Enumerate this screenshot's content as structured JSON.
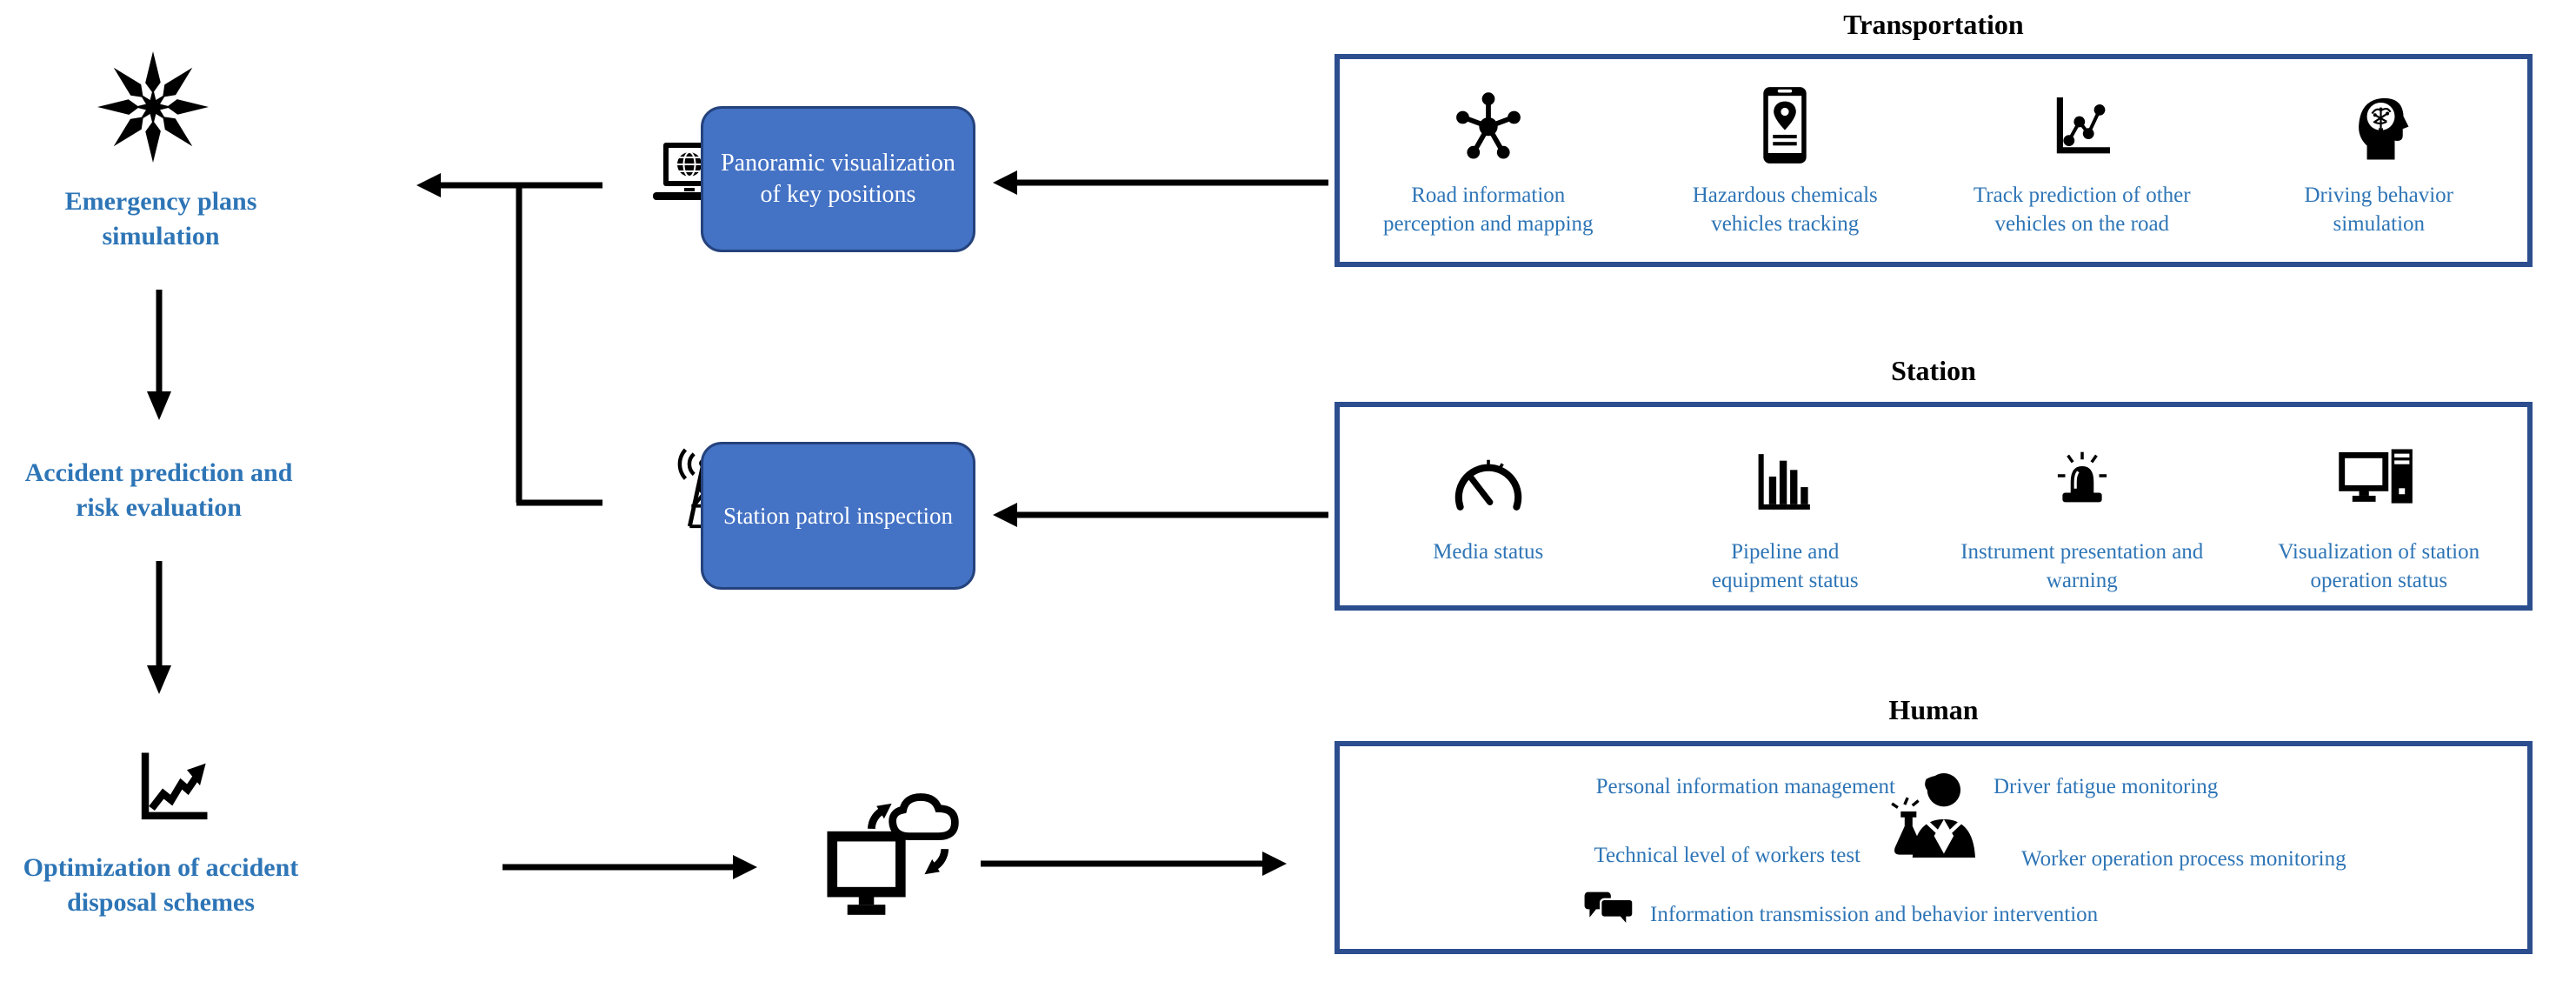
{
  "diagram": {
    "left_flow": {
      "step1_icon": "explosion-icon",
      "step1": "Emergency plans simulation",
      "step2": "Accident prediction and risk evaluation",
      "step3_icon": "line-chart-icon",
      "step3": "Optimization of accident disposal schemes"
    },
    "process": {
      "panoramic_icon": "laptop-globe-icon",
      "panoramic_button": "Panoramic visualization of key positions",
      "station_icon": "radio-tower-icon",
      "station_button": "Station patrol inspection",
      "cloud_icon": "cloud-sync-monitor-icon"
    },
    "transportation": {
      "title": "Transportation",
      "items": [
        {
          "icon": "network-icon",
          "label": "Road information perception and mapping"
        },
        {
          "icon": "phone-location-icon",
          "label": "Hazardous chemicals vehicles tracking"
        },
        {
          "icon": "track-chart-icon",
          "label": "Track prediction of other vehicles on the road"
        },
        {
          "icon": "head-brain-icon",
          "label": "Driving behavior simulation"
        }
      ]
    },
    "station": {
      "title": "Station",
      "items": [
        {
          "icon": "gauge-icon",
          "label": "Media status"
        },
        {
          "icon": "bar-chart-icon",
          "label": "Pipeline and equipment status"
        },
        {
          "icon": "siren-icon",
          "label": "Instrument presentation and warning"
        },
        {
          "icon": "desktop-computer-icon",
          "label": "Visualization of station operation status"
        }
      ]
    },
    "human": {
      "title": "Human",
      "worker_icon": "worker-icon",
      "chat_icon": "chat-bubbles-icon",
      "personal_info": "Personal information management",
      "driver_fatigue": "Driver fatigue monitoring",
      "technical_level": "Technical level of workers test",
      "worker_operation": "Worker operation process monitoring",
      "info_transmission": "Information transmission and behavior intervention"
    },
    "colors": {
      "label_blue": "#2E75B6",
      "button_fill": "#4472C4",
      "button_border": "#24427C",
      "box_border": "#2C4E8F",
      "arrow_black": "#000000"
    }
  }
}
